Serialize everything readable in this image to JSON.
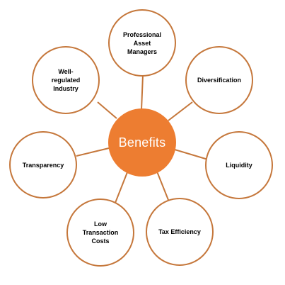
{
  "hub": {
    "label": "Benefits",
    "color": "#ed7d31"
  },
  "nodes": [
    {
      "id": "professional-asset-managers",
      "label": "Professional\nAsset\nManagers"
    },
    {
      "id": "diversification",
      "label": "Diversification"
    },
    {
      "id": "liquidity",
      "label": "Liquidity"
    },
    {
      "id": "tax-efficiency",
      "label": "Tax Efficiency"
    },
    {
      "id": "low-transaction-costs",
      "label": "Low\nTransaction\nCosts"
    },
    {
      "id": "transparency",
      "label": "Transparency"
    },
    {
      "id": "well-regulated-industry",
      "label": "Well-\nregulated\nIndustry"
    }
  ],
  "colors": {
    "outline": "#c5773b",
    "connector": "#c5773b"
  }
}
